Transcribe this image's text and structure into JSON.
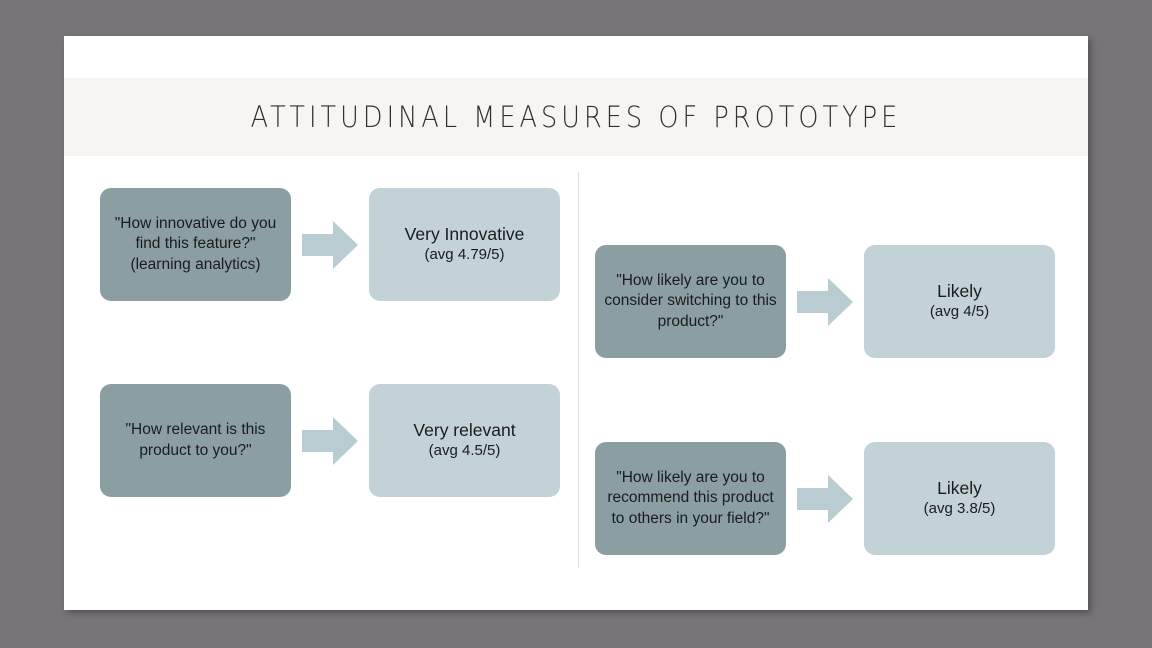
{
  "slide": {
    "title": "ATTITUDINAL MEASURES OF PROTOTYPE",
    "colors": {
      "canvas_background": "#797479",
      "slide_background": "#ffffff",
      "title_band": "#f7f5f1",
      "question_box": "#8b9fa2",
      "answer_box": "#c2d2d6",
      "arrow": "#b9ccd1",
      "divider": "#d5e0e3",
      "text": "#1b1b1b"
    },
    "divider_name": "column-divider",
    "left_column": [
      {
        "question": "\"How innovative do you find this feature?\" (learning analytics)",
        "arrow": "arrow-right-icon",
        "answer_label": "Very Innovative",
        "answer_score": "(avg 4.79/5)"
      },
      {
        "question": "\"How relevant is this product to you?\"",
        "arrow": "arrow-right-icon",
        "answer_label": "Very relevant",
        "answer_score": "(avg 4.5/5)"
      }
    ],
    "right_column": [
      {
        "question": "\"How likely are you to consider switching to this product?\"",
        "arrow": "arrow-right-icon",
        "answer_label": "Likely",
        "answer_score": "(avg 4/5)"
      },
      {
        "question": "\"How likely are you to recommend this product to others in your field?\"",
        "arrow": "arrow-right-icon",
        "answer_label": "Likely",
        "answer_score": "(avg 3.8/5)"
      }
    ]
  }
}
